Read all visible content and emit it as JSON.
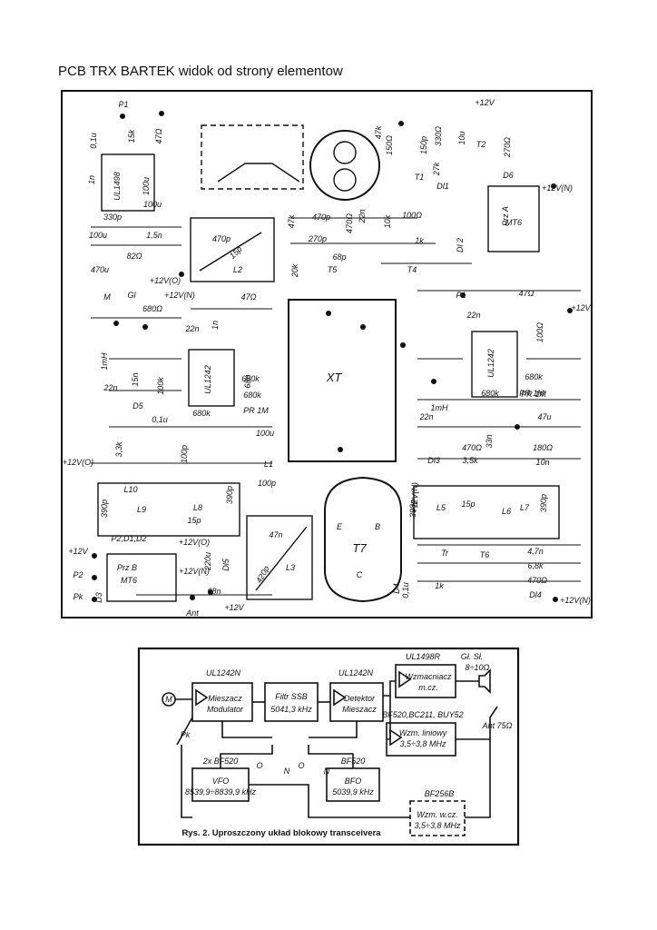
{
  "page_title": "PCB TRX BARTEK widok od strony elementow",
  "pcb": {
    "labels": [
      {
        "id": "p1",
        "text": "P1"
      },
      {
        "id": "c01u",
        "text": "0,1u"
      },
      {
        "id": "r15k",
        "text": "15k"
      },
      {
        "id": "r47o",
        "text": "47Ω"
      },
      {
        "id": "c1n_a",
        "text": "1n"
      },
      {
        "id": "ul1498",
        "text": "UL1498"
      },
      {
        "id": "c100u_a",
        "text": "100u"
      },
      {
        "id": "c330p",
        "text": "330p"
      },
      {
        "id": "c100u_b",
        "text": "100u"
      },
      {
        "id": "c100u_c",
        "text": "100u"
      },
      {
        "id": "c15n",
        "text": "1,5n"
      },
      {
        "id": "r82o",
        "text": "82Ω"
      },
      {
        "id": "c470u",
        "text": "470u"
      },
      {
        "id": "v12_c",
        "text": "+12V(O)"
      },
      {
        "id": "m",
        "text": "M"
      },
      {
        "id": "gl",
        "text": "Gl"
      },
      {
        "id": "v12_n",
        "text": "+12V(N)"
      },
      {
        "id": "r680o",
        "text": "680Ω"
      },
      {
        "id": "c470p_a",
        "text": "470p"
      },
      {
        "id": "c15p_a",
        "text": "15p"
      },
      {
        "id": "l2",
        "text": "L2"
      },
      {
        "id": "r47o_b",
        "text": "47Ω"
      },
      {
        "id": "r47k",
        "text": "47k"
      },
      {
        "id": "c470p_b",
        "text": "470p"
      },
      {
        "id": "c270p",
        "text": "270p"
      },
      {
        "id": "c68p",
        "text": "68p"
      },
      {
        "id": "t5",
        "text": "T5"
      },
      {
        "id": "t4",
        "text": "T4"
      },
      {
        "id": "r20k",
        "text": "20k"
      },
      {
        "id": "r100o_a",
        "text": "100Ω"
      },
      {
        "id": "r1k_a",
        "text": "1k"
      },
      {
        "id": "r10k",
        "text": "10k"
      },
      {
        "id": "c22n_a",
        "text": "22n"
      },
      {
        "id": "r470o",
        "text": "470Ω"
      },
      {
        "id": "r47k_b",
        "text": "47k"
      },
      {
        "id": "r150o",
        "text": "150Ω"
      },
      {
        "id": "c150p",
        "text": "150p"
      },
      {
        "id": "r330o",
        "text": "330Ω"
      },
      {
        "id": "c10u",
        "text": "10u"
      },
      {
        "id": "v12_t",
        "text": "+12V"
      },
      {
        "id": "t2",
        "text": "T2"
      },
      {
        "id": "r270o",
        "text": "270Ω"
      },
      {
        "id": "t1",
        "text": "T1"
      },
      {
        "id": "r27k",
        "text": "27k"
      },
      {
        "id": "d11",
        "text": "Dl1"
      },
      {
        "id": "d6",
        "text": "D6"
      },
      {
        "id": "przA",
        "text": "Prz A"
      },
      {
        "id": "mt6a",
        "text": "MT6"
      },
      {
        "id": "v12n_b",
        "text": "+12V(N)"
      },
      {
        "id": "d12",
        "text": "Dl 2"
      },
      {
        "id": "xt",
        "text": "XT"
      },
      {
        "id": "ul1242_a",
        "text": "UL1242"
      },
      {
        "id": "ul1242_b",
        "text": "UL1242"
      },
      {
        "id": "r680k_a",
        "text": "680k"
      },
      {
        "id": "pr1m_a",
        "text": "PR 1M"
      },
      {
        "id": "r680k_b",
        "text": "680k"
      },
      {
        "id": "r680k_c",
        "text": "680k"
      },
      {
        "id": "pr1m_b",
        "text": "PR 1M"
      },
      {
        "id": "c68n",
        "text": "68n"
      },
      {
        "id": "r680k_d",
        "text": "680k"
      },
      {
        "id": "c1mh",
        "text": "1mH"
      },
      {
        "id": "c1n_b",
        "text": "1n"
      },
      {
        "id": "c15n_b",
        "text": "15n"
      },
      {
        "id": "r100k",
        "text": "100k"
      },
      {
        "id": "c22n_b",
        "text": "22n"
      },
      {
        "id": "c22n_c",
        "text": "22n"
      },
      {
        "id": "c01u_b",
        "text": "0,1u"
      },
      {
        "id": "c100p",
        "text": "100p"
      },
      {
        "id": "c100u_d",
        "text": "100u"
      },
      {
        "id": "l1",
        "text": "L1"
      },
      {
        "id": "c100p_b",
        "text": "100p"
      },
      {
        "id": "d5",
        "text": "D5"
      },
      {
        "id": "r33k",
        "text": "3,3k"
      },
      {
        "id": "v12o_b",
        "text": "+12V(O)"
      },
      {
        "id": "l10",
        "text": "L10"
      },
      {
        "id": "l9",
        "text": "L9"
      },
      {
        "id": "l8",
        "text": "L8"
      },
      {
        "id": "c390p_a",
        "text": "390p"
      },
      {
        "id": "c390p_b",
        "text": "390p"
      },
      {
        "id": "c15p_b",
        "text": "15p"
      },
      {
        "id": "c47n",
        "text": "47n"
      },
      {
        "id": "c420p",
        "text": "420p"
      },
      {
        "id": "l3",
        "text": "L3"
      },
      {
        "id": "t7",
        "text": "T7"
      },
      {
        "id": "e",
        "text": "E"
      },
      {
        "id": "b",
        "text": "B"
      },
      {
        "id": "c",
        "text": "C"
      },
      {
        "id": "p2d1d2",
        "text": "P2,D1,D2"
      },
      {
        "id": "przB",
        "text": "Prz B"
      },
      {
        "id": "mt6b",
        "text": "MT6"
      },
      {
        "id": "v12_p",
        "text": "+12V"
      },
      {
        "id": "p2",
        "text": "P2"
      },
      {
        "id": "pk",
        "text": "Pk"
      },
      {
        "id": "d3",
        "text": "D3"
      },
      {
        "id": "v12o_c",
        "text": "+12V(O)"
      },
      {
        "id": "v12n_c",
        "text": "+12V(N)"
      },
      {
        "id": "c220u",
        "text": "220u"
      },
      {
        "id": "dl5",
        "text": "Dl5"
      },
      {
        "id": "c68n_b",
        "text": "68n"
      },
      {
        "id": "ant",
        "text": "Ant"
      },
      {
        "id": "v12_b",
        "text": "+12V"
      },
      {
        "id": "c390p_c",
        "text": "390p"
      },
      {
        "id": "l5",
        "text": "L5"
      },
      {
        "id": "c15p_c",
        "text": "15p"
      },
      {
        "id": "l6",
        "text": "L6"
      },
      {
        "id": "l7",
        "text": "L7"
      },
      {
        "id": "c390p_d",
        "text": "390p"
      },
      {
        "id": "v12n_d",
        "text": "+12V(N)"
      },
      {
        "id": "tr",
        "text": "Tr"
      },
      {
        "id": "t6",
        "text": "T6"
      },
      {
        "id": "c47n_b",
        "text": "4,7n"
      },
      {
        "id": "r68k",
        "text": "6,8k"
      },
      {
        "id": "r470o_b",
        "text": "470Ω"
      },
      {
        "id": "dl4",
        "text": "Dl4"
      },
      {
        "id": "v12n_e",
        "text": "+12V(N)"
      },
      {
        "id": "c1k_b",
        "text": "1k"
      },
      {
        "id": "c01u_c",
        "text": "0,1u"
      },
      {
        "id": "c47u",
        "text": "47u"
      },
      {
        "id": "r180o",
        "text": "180Ω"
      },
      {
        "id": "c10n",
        "text": "10n"
      },
      {
        "id": "dl3",
        "text": "Dl3"
      },
      {
        "id": "r35k",
        "text": "3,5k"
      },
      {
        "id": "r470o_c",
        "text": "470Ω"
      },
      {
        "id": "c22n_d",
        "text": "22n"
      },
      {
        "id": "c33n",
        "text": "33n"
      },
      {
        "id": "r680k_e",
        "text": "680k"
      },
      {
        "id": "pr1m_c",
        "text": "PR 1M"
      },
      {
        "id": "c1mh_b",
        "text": "1mH"
      },
      {
        "id": "v12_r",
        "text": "+12V"
      },
      {
        "id": "p1b",
        "text": "P1"
      },
      {
        "id": "r47o_c",
        "text": "47Ω"
      },
      {
        "id": "r100o_b",
        "text": "100Ω"
      },
      {
        "id": "c22n_e",
        "text": "22n"
      },
      {
        "id": "d4",
        "text": "D4"
      }
    ]
  },
  "block_diagram": {
    "caption": "Rys. 2. Uproszczony układ blokowy transceivera",
    "blocks": {
      "mixer_mod": [
        "Mieszacz",
        "Modulator"
      ],
      "filter": [
        "Filtr SSB",
        "5041,3 kHz"
      ],
      "detector": [
        "Detektor",
        "Mieszacz"
      ],
      "af_amp": [
        "Wzmacniacz",
        "m.cz."
      ],
      "lin_amp": [
        "Wzm. liniowy",
        "3,5÷3,8 MHz"
      ],
      "vfo": [
        "VFO",
        "8539,9÷8839,9 kHz"
      ],
      "bfo": [
        "BFO",
        "5039,9 kHz"
      ],
      "rf_amp": [
        "Wzm. w.cz.",
        "3,5÷3,8 MHz"
      ]
    },
    "labels": {
      "ul1242_1": "UL1242N",
      "ul1242_2": "UL1242N",
      "ul1498": "UL1498R",
      "gl": "Gł. Sł.",
      "gl_ohm": "8÷10Ω",
      "bf_set": "BF520,BC211, BUY52",
      "ant": "Ant 75Ω",
      "bf520_2x": "2x BF520",
      "bf520": "BF520",
      "bf256": "BF256B",
      "pk": "Pk",
      "mic": "M",
      "o1": "O",
      "n1": "N",
      "o2": "O",
      "n2": "N"
    }
  }
}
